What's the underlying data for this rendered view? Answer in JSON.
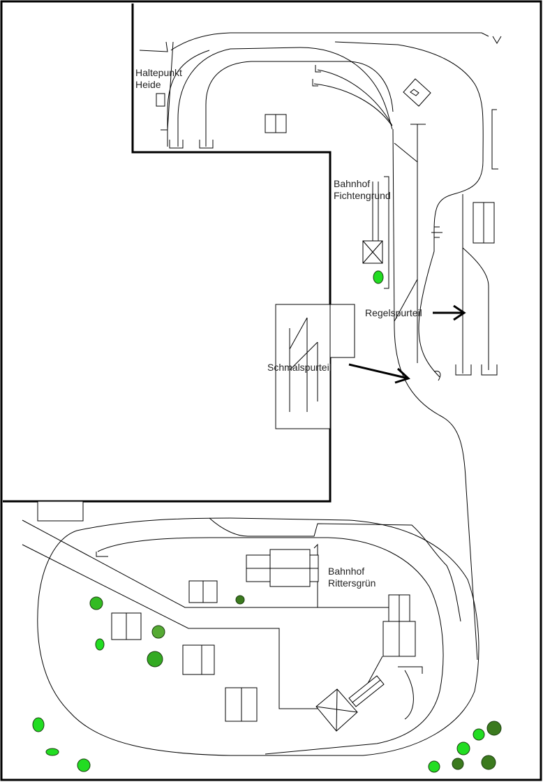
{
  "stations": {
    "heide": {
      "line1": "Haltepunkt",
      "line2": "Heide"
    },
    "fichtengrund": {
      "line1": "Bahnhof",
      "line2": "Fichtengrund"
    },
    "rittersgruen": {
      "line1": "Bahnhof",
      "line2": "Rittersgrün"
    }
  },
  "annotations": {
    "regelspur": "Regelspurteil",
    "schmalspur": "Schmalspurteil"
  },
  "colors": {
    "track": "#000000",
    "wall": "#000000",
    "tree_light": "#22dd22",
    "tree_mid": "#55aa33",
    "tree_dark": "#3b7a1e",
    "tree_outline": "#1a3d0e"
  }
}
